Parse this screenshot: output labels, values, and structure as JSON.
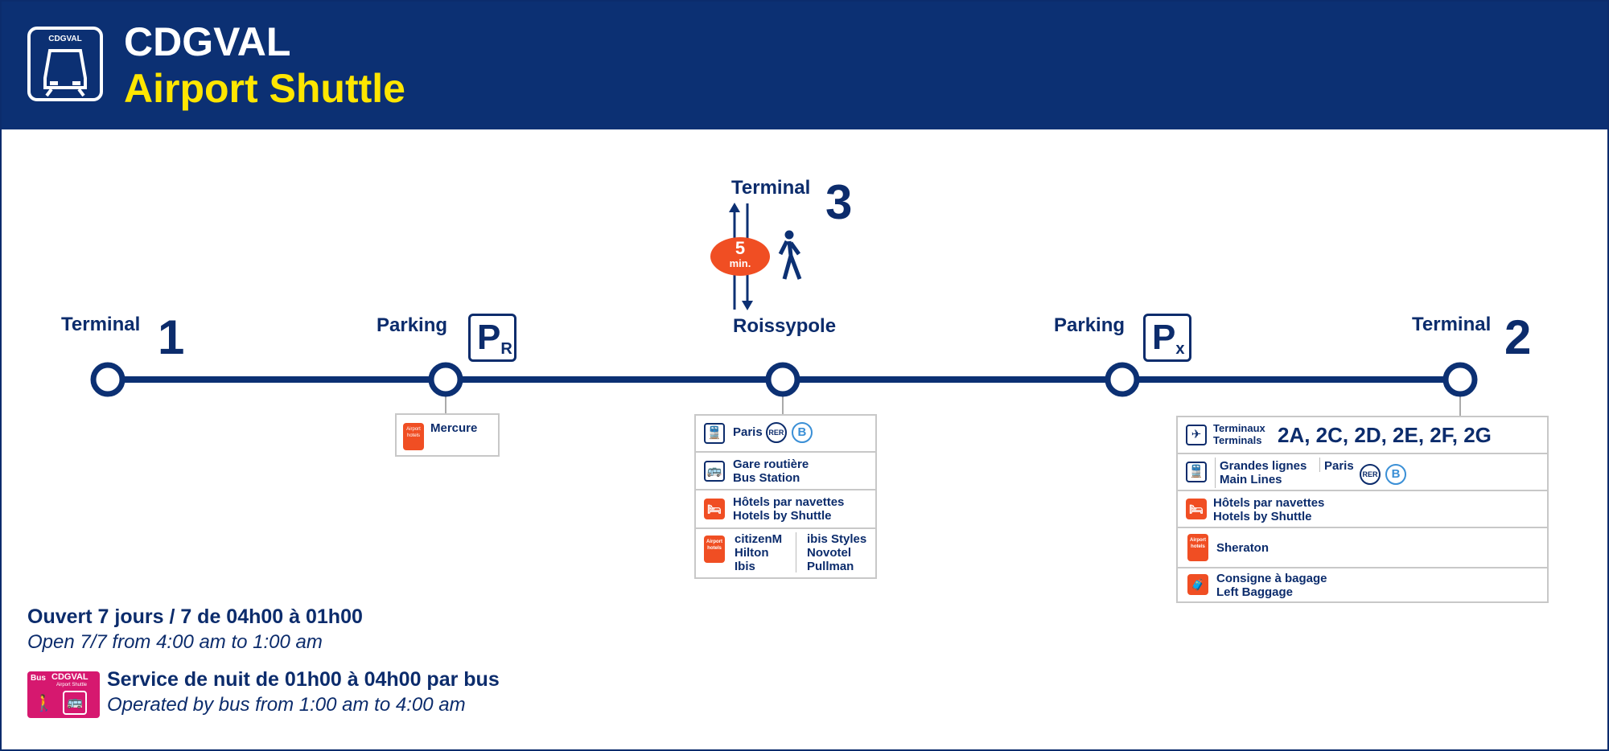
{
  "header": {
    "logo_text": "CDGVAL",
    "title": "CDGVAL",
    "subtitle": "Airport Shuttle"
  },
  "colors": {
    "navy": "#0c3073",
    "yellow": "#ffe600",
    "orange": "#f04e23",
    "pink": "#d6186f",
    "rer_b": "#3a8fd6"
  },
  "stations": [
    {
      "label": "Terminal",
      "number": "1"
    },
    {
      "label": "Parking",
      "parking": "P",
      "sub": "R"
    },
    {
      "label": "Roissypole",
      "above_label": "Terminal",
      "above_number": "3",
      "walk_time": "5",
      "walk_unit": "min."
    },
    {
      "label": "Parking",
      "parking": "P",
      "sub": "x"
    },
    {
      "label": "Terminal",
      "number": "2"
    }
  ],
  "mercure": {
    "hotel": "Mercure",
    "icon_text": "Airport hotels"
  },
  "roissypole_box": {
    "train": "Paris",
    "rer": "RER",
    "line": "B",
    "bus_fr": "Gare routière",
    "bus_en": "Bus Station",
    "hotels_fr": "Hôtels par navettes",
    "hotels_en": "Hotels by Shuttle",
    "hotel_list_left": [
      "citizenM",
      "Hilton",
      "Ibis"
    ],
    "hotel_list_right": [
      "ibis Styles",
      "Novotel",
      "Pullman"
    ]
  },
  "t2_box": {
    "term_fr": "Terminaux",
    "term_en": "Terminals",
    "terminals": "2A, 2C, 2D, 2E, 2F, 2G",
    "main_fr": "Grandes lignes",
    "main_en": "Main Lines",
    "paris": "Paris",
    "rer": "RER",
    "line": "B",
    "hotels_fr": "Hôtels par navettes",
    "hotels_en": "Hotels by Shuttle",
    "sheraton": "Sheraton",
    "bag_fr": "Consigne à bagage",
    "bag_en": "Left Baggage"
  },
  "footer": {
    "hours_fr": "Ouvert 7 jours / 7 de 04h00 à 01h00",
    "hours_en": "Open 7/7 from 4:00 am to 1:00 am",
    "night_fr": "Service de nuit de 01h00 à 04h00 par bus",
    "night_en": "Operated by bus from 1:00 am to 4:00 am",
    "badge_bus": "Bus",
    "badge_name": "CDGVAL",
    "badge_sub": "Airport Shuttle"
  }
}
